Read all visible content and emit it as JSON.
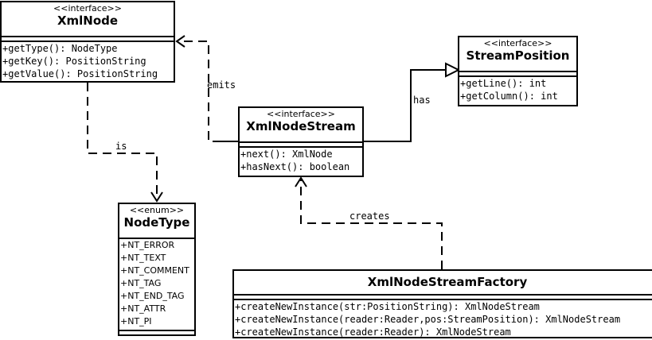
{
  "classes": {
    "xmlnode": {
      "stereotype": "<<interface>>",
      "name": "XmlNode",
      "methods": [
        "+getType(): NodeType",
        "+getKey(): PositionString",
        "+getValue(): PositionString"
      ]
    },
    "streamposition": {
      "stereotype": "<<interface>>",
      "name": "StreamPosition",
      "methods": [
        "+getLine(): int",
        "+getColumn(): int"
      ]
    },
    "xmlnodestream": {
      "stereotype": "<<interface>>",
      "name": "XmlNodeStream",
      "methods": [
        "+next(): XmlNode",
        "+hasNext(): boolean"
      ]
    },
    "nodetype": {
      "stereotype": "<<enum>>",
      "name": "NodeType",
      "literals": [
        "+NT_ERROR",
        "+NT_TEXT",
        "+NT_COMMENT",
        "+NT_TAG",
        "+NT_END_TAG",
        "+NT_ATTR",
        "+NT_PI"
      ]
    },
    "factory": {
      "name": "XmlNodeStreamFactory",
      "methods": [
        "+createNewInstance(str:PositionString): XmlNodeStream",
        "+createNewInstance(reader:Reader,pos:StreamPosition): XmlNodeStream",
        "+createNewInstance(reader:Reader): XmlNodeStream"
      ]
    }
  },
  "relations": {
    "emits": "emits",
    "has": "has",
    "is": "is",
    "creates": "creates"
  }
}
